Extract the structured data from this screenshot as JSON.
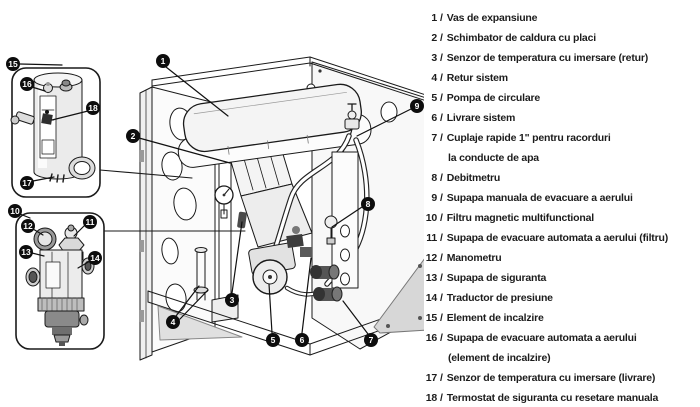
{
  "legend": {
    "separator": "/",
    "items": [
      {
        "num": "1",
        "text": "Vas de expansiune"
      },
      {
        "num": "2",
        "text": "Schimbator de caldura cu placi"
      },
      {
        "num": "3",
        "text": "Senzor de temperatura cu imersare (retur)"
      },
      {
        "num": "4",
        "text": "Retur sistem"
      },
      {
        "num": "5",
        "text": "Pompa de circulare"
      },
      {
        "num": "6",
        "text": "Livrare sistem"
      },
      {
        "num": "7",
        "text": "Cuplaje rapide 1\" pentru racorduri",
        "text2": "la conducte de apa"
      },
      {
        "num": "8",
        "text": "Debitmetru"
      },
      {
        "num": "9",
        "text": "Supapa manuala de evacuare a aerului"
      },
      {
        "num": "10",
        "text": "Filtru magnetic multifunctional"
      },
      {
        "num": "11",
        "text": "Supapa de evacuare automata a aerului (filtru)"
      },
      {
        "num": "12",
        "text": "Manometru"
      },
      {
        "num": "13",
        "text": "Supapa de siguranta"
      },
      {
        "num": "14",
        "text": "Traductor de presiune"
      },
      {
        "num": "15",
        "text": "Element de incalzire"
      },
      {
        "num": "16",
        "text": "Supapa de evacuare automata a aerului",
        "text2": "(element de incalzire)"
      },
      {
        "num": "17",
        "text": "Senzor de temperatura cu imersare (livrare)"
      },
      {
        "num": "18",
        "text": "Termostat de siguranta cu resetare manuala"
      }
    ]
  },
  "callouts": {
    "c1": "1",
    "c2": "2",
    "c3": "3",
    "c4": "4",
    "c5": "5",
    "c6": "6",
    "c7": "7",
    "c8": "8",
    "c9": "9",
    "c10": "10",
    "c11": "11",
    "c12": "12",
    "c13": "13",
    "c14": "14",
    "c15": "15",
    "c16": "16",
    "c17": "17",
    "c18": "18"
  },
  "colors": {
    "line": "#1a1a1a",
    "callout_bg": "#0d0d0d",
    "callout_text": "#ffffff",
    "panel_gray": "#d7d7d7",
    "legend_text": "#1c1c1c"
  }
}
